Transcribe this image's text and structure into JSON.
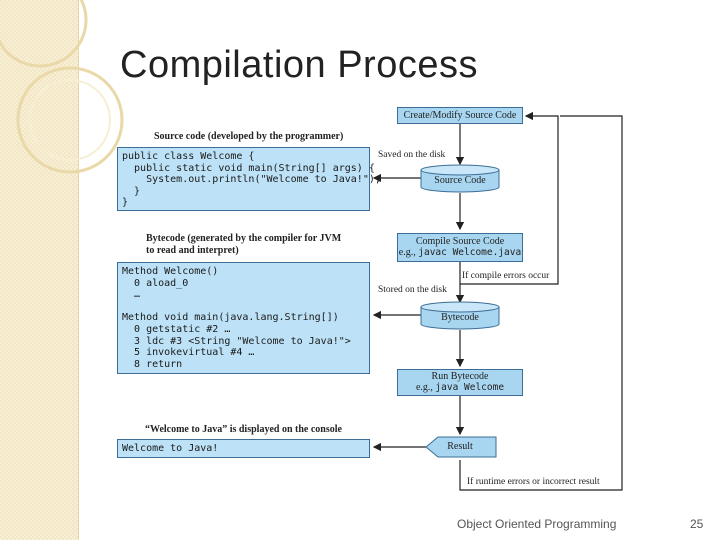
{
  "slide": {
    "title": "Compilation Process",
    "footer_text": "Object Oriented Programming",
    "page_number": "25"
  },
  "left_panel": {
    "source_caption": "Source code (developed by the programmer)",
    "source_code": "public class Welcome {\n  public static void main(String[] args) {\n    System.out.println(\"Welcome to Java!\");\n  }\n}",
    "bytecode_caption_line1": "Bytecode (generated by the compiler for JVM",
    "bytecode_caption_line2": "to read and interpret)",
    "bytecode": "Method Welcome()\n  0 aload_0\n  …\n\nMethod void main(java.lang.String[])\n  0 getstatic #2 …\n  3 ldc #3 <String \"Welcome to Java!\">\n  5 invokevirtual #4 …\n  8 return",
    "console_caption": "“Welcome to Java” is displayed on the console",
    "console_output": "Welcome to Java!"
  },
  "flow": {
    "create_source": "Create/Modify Source Code",
    "saved_on_disk": "Saved on the disk",
    "source_code_store": "Source Code",
    "compile_line1": "Compile Source Code",
    "compile_eg": "e.g., ",
    "compile_cmd": "javac Welcome.java",
    "if_compile_errors": "If compile errors occur",
    "stored_on_disk": "Stored on the disk",
    "bytecode_store": "Bytecode",
    "run_line1": "Run Bytecode",
    "run_eg": "e.g., ",
    "run_cmd": "java Welcome",
    "result": "Result",
    "if_runtime_errors": "If runtime errors or incorrect result"
  },
  "colors": {
    "box_fill": "#a8d6f0",
    "code_fill": "#bde2f7",
    "border": "#3c6d96",
    "sidebar": "#f3e7c3"
  }
}
